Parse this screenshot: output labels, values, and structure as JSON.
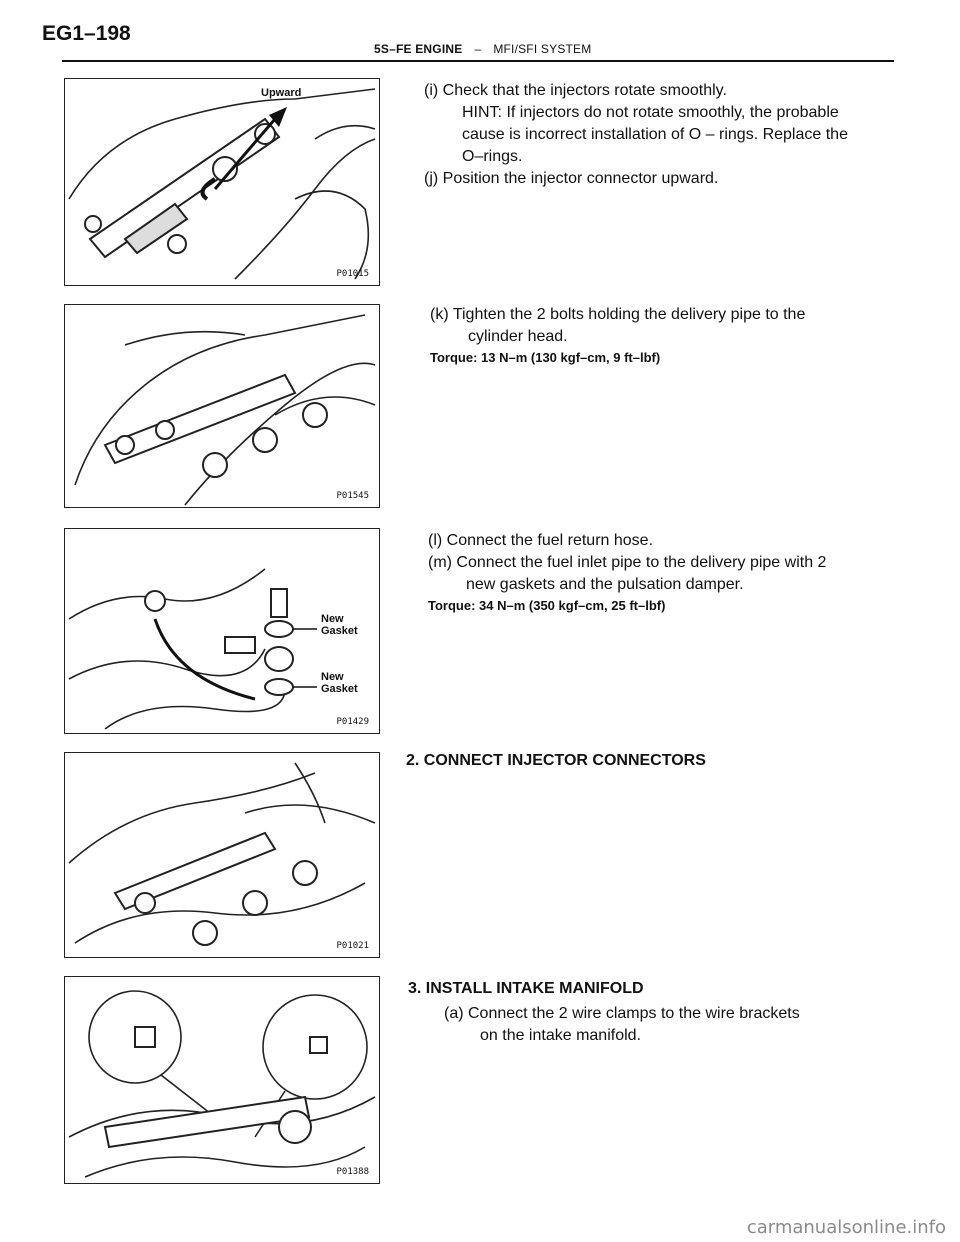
{
  "header": {
    "page_id": "EG1–198",
    "section": "5S–FE ENGINE",
    "separator": "–",
    "system": "MFI/SFI SYSTEM"
  },
  "figures": [
    {
      "code": "P01015",
      "callouts": [
        "Upward"
      ]
    },
    {
      "code": "P01545",
      "callouts": []
    },
    {
      "code": "P01429",
      "callouts": [
        "New\nGasket",
        "New\nGasket"
      ]
    },
    {
      "code": "P01021",
      "callouts": []
    },
    {
      "code": "P01388",
      "callouts": []
    }
  ],
  "steps": {
    "i": "(i) Check that the injectors rotate smoothly.",
    "i_hint": "HINT: If injectors do not rotate smoothly, the probable cause is incorrect installation of O – rings. Replace the O–rings.",
    "j": "(j) Position the injector connector upward.",
    "k_1": "(k) Tighten the 2 bolts holding the delivery pipe to the",
    "k_2": "cylinder head.",
    "k_torque": "Torque: 13 N–m (130 kgf–cm, 9 ft–lbf)",
    "l": "(l) Connect the fuel return hose.",
    "m_1": "(m) Connect the fuel inlet pipe to the delivery pipe with 2",
    "m_2": "new gaskets and the pulsation damper.",
    "m_torque": "Torque: 34 N–m (350 kgf–cm, 25 ft–lbf)",
    "s2_heading": "2. CONNECT INJECTOR CONNECTORS",
    "s3_heading": "3. INSTALL INTAKE MANIFOLD",
    "s3_a1": "(a) Connect the 2 wire clamps to the wire brackets",
    "s3_a2": "on the intake manifold."
  },
  "watermark": "carmanualsonline.info"
}
